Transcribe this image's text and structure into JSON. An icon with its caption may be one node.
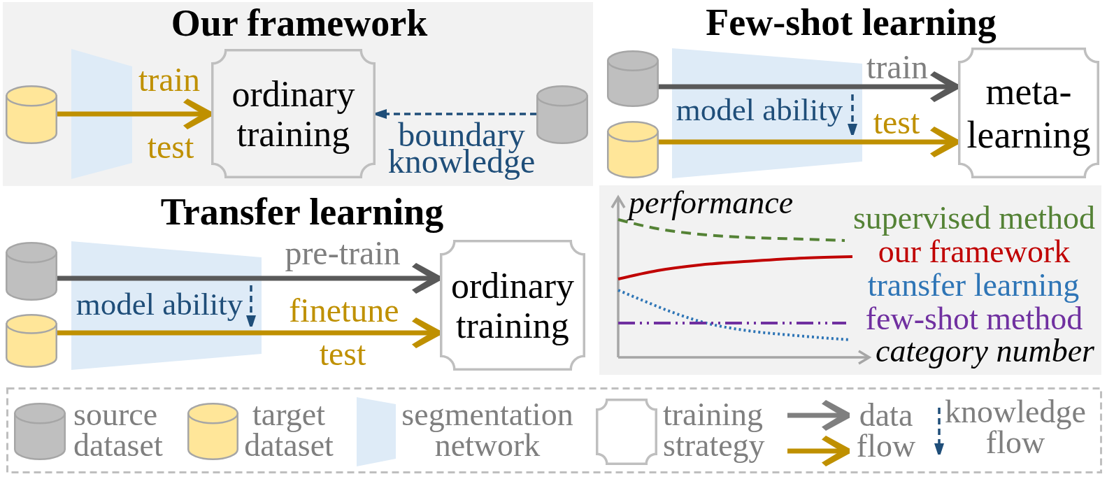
{
  "diagram": {
    "nodes": [
      {
        "text": [
          "Our framework"
        ]
      },
      {
        "text": [],
        "shape": "cylinder",
        "in": 0
      },
      {
        "text": [],
        "shape": "trapezoid",
        "in": 0
      },
      {
        "text": [
          "ordinary training"
        ],
        "in": 0
      },
      {
        "text": [],
        "shape": "cylinder",
        "in": 0
      },
      {
        "text": [],
        "shape": "cylinder"
      },
      {
        "text": [],
        "shape": "cylinder"
      },
      {
        "text": [],
        "shape": "trapezoid"
      },
      {
        "text": [
          "meta-learning"
        ]
      },
      {
        "text": [],
        "shape": "cylinder"
      },
      {
        "text": [],
        "shape": "cylinder"
      },
      {
        "text": [],
        "shape": "trapezoid"
      },
      {
        "text": [
          "ordinary training"
        ]
      },
      {
        "text": [
          "performance",
          "supervised method",
          "our framework",
          "transfer learning",
          "few-shot method",
          "category number"
        ]
      }
    ],
    "edges": [
      {
        "from": 1,
        "to": 2,
        "arrow": "none"
      },
      {
        "from": 2,
        "to": 3,
        "arrow": "to",
        "label": "train"
      },
      {
        "from": 4,
        "to": 3,
        "arrow": "to",
        "label": "boundary knowledge",
        "style": "dashed",
        "color": "#1f4e79"
      },
      {
        "from": 5,
        "to": 7,
        "arrow": "none",
        "color": "#595959"
      },
      {
        "from": 7,
        "to": 8,
        "arrow": "to",
        "label": "train",
        "color": "#595959"
      },
      {
        "from": 6,
        "to": 7,
        "arrow": "none"
      },
      {
        "from": 7,
        "to": 8,
        "arrow": "to",
        "label": "test"
      },
      {
        "from": 9,
        "to": 11,
        "arrow": "none",
        "color": "#595959"
      },
      {
        "from": 11,
        "to": 12,
        "arrow": "to",
        "label": "pre-train",
        "color": "#595959"
      },
      {
        "from": 10,
        "to": 11,
        "arrow": "none"
      },
      {
        "from": 11,
        "to": 12,
        "arrow": "to",
        "label": "finetune"
      }
    ],
    "labels": [
      "Few-shot learning",
      "model ability",
      "test",
      "Transfer learning",
      "model ability",
      "test"
    ],
    "legend": [
      {
        "text": "source dataset"
      },
      {
        "text": "target dataset"
      },
      {
        "text": "segmentation network"
      },
      {
        "text": "training strategy"
      },
      {
        "text": "data flow"
      },
      {
        "text": "knowledge flow"
      }
    ]
  }
}
